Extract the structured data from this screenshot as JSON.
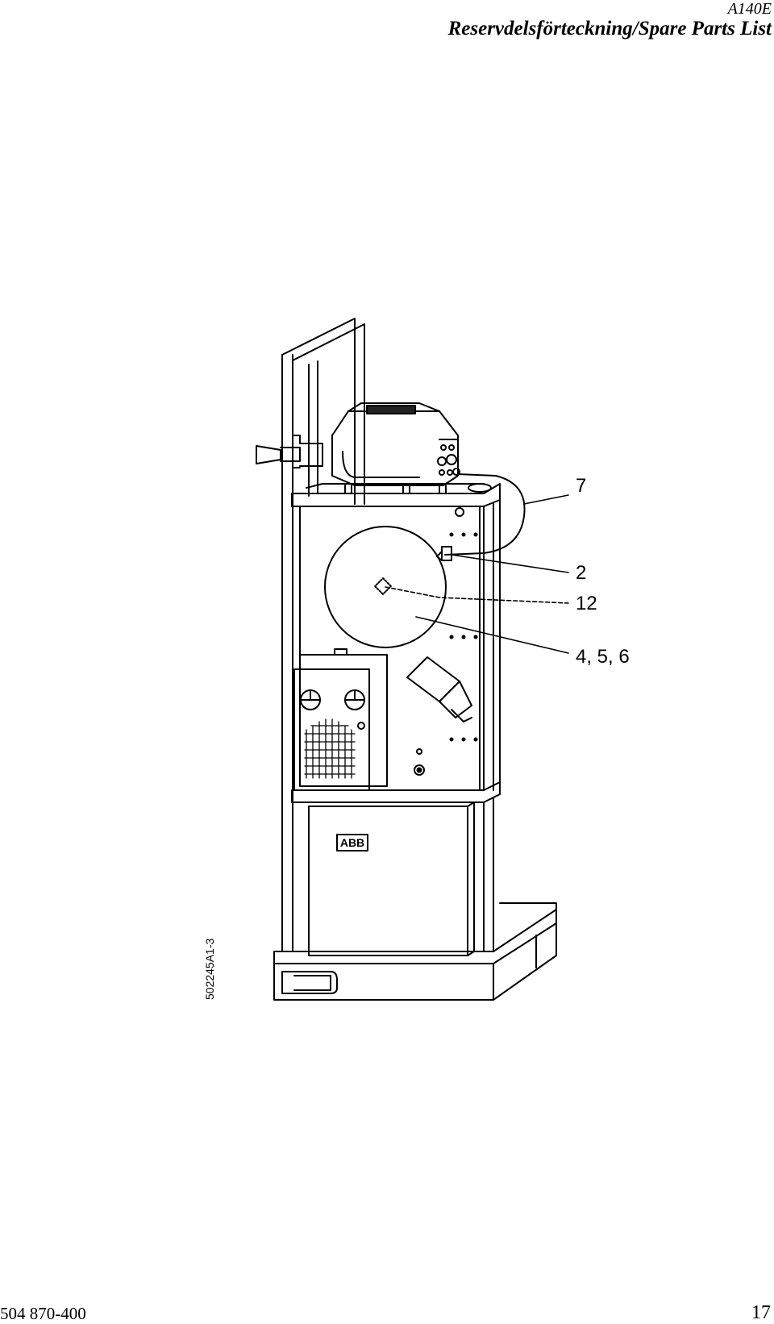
{
  "header": {
    "model": "A140E",
    "title": "Reservdelsförteckning/Spare Parts List"
  },
  "figure": {
    "drawing_id": "502245A1-3",
    "logo": "ABB",
    "callouts": [
      "7",
      "2",
      "12",
      "4, 5, 6"
    ]
  },
  "footer": {
    "doc_number": "504 870-400",
    "page_number": "17"
  }
}
